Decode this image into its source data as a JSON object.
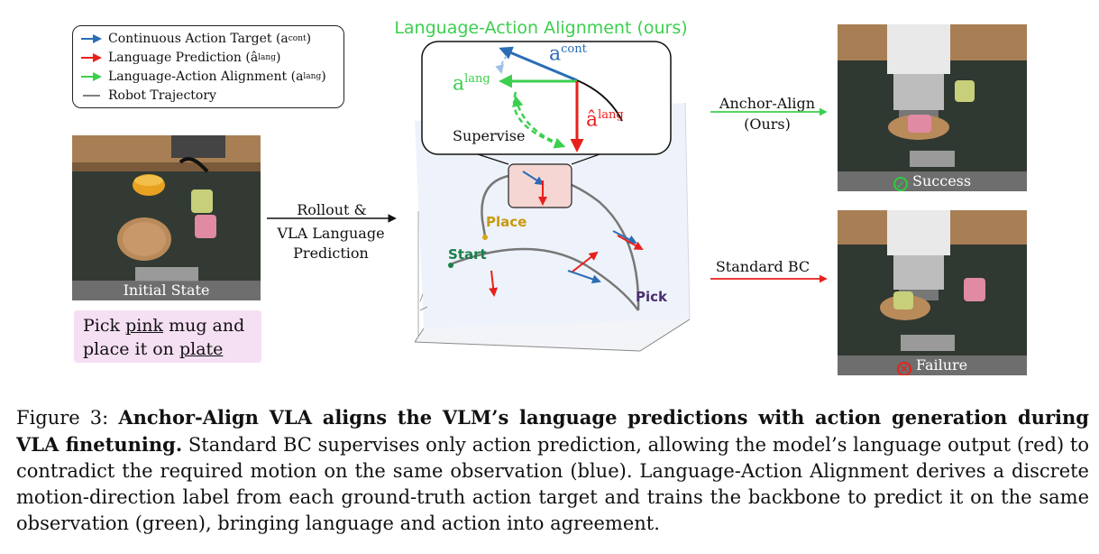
{
  "legend": {
    "items": [
      {
        "text": "Continuous Action Target (a",
        "sup": "cont",
        "tail": ")",
        "color": "#2a6db5"
      },
      {
        "text": "Language Prediction (â",
        "sup": "lang",
        "tail": ")",
        "color": "#e8201c"
      },
      {
        "text": "Language-Action Alignment (a",
        "sup": "lang",
        "tail": ")",
        "color": "#3ccf4e"
      },
      {
        "text": "Robot Trajectory",
        "sup": "",
        "tail": "",
        "color": "#555555"
      }
    ]
  },
  "initial_state_label": "Initial State",
  "instruction": {
    "p1": "Pick ",
    "u1": "pink",
    "p2": " mug and place it on ",
    "u2": "plate"
  },
  "rollout_label": {
    "line1": "Rollout &",
    "line2": "VLA Language",
    "line3": "Prediction"
  },
  "alignment_title": "Language-Action Alignment (ours)",
  "inset": {
    "a_cont": "a",
    "a_cont_sup": "cont",
    "a_lang": "a",
    "a_lang_sup": "lang",
    "a_hat": "â",
    "a_hat_sup": "lang",
    "supervise": "Supervise"
  },
  "plot_labels": {
    "place": "Place",
    "start": "Start",
    "pick": "Pick"
  },
  "anchor_label": {
    "line1": "Anchor-Align",
    "line2": "(Ours)"
  },
  "standard_label": "Standard BC",
  "success_label": "Success",
  "failure_label": "Failure",
  "caption": {
    "prefix": "Figure 3: ",
    "bold": "Anchor-Align VLA aligns the VLM’s language predictions with action generation during VLA finetuning.",
    "rest": " Standard BC supervises only action prediction, allowing the model’s language output (red) to contradict the required motion on the same observation (blue). Language-Action Alignment derives a discrete motion-direction label from each ground-truth action target and trains the backbone to predict it on the same observation (green), bringing language and action into agreement."
  },
  "colors": {
    "blue": "#2a6db5",
    "red": "#e8201c",
    "green": "#3ccf4e"
  }
}
